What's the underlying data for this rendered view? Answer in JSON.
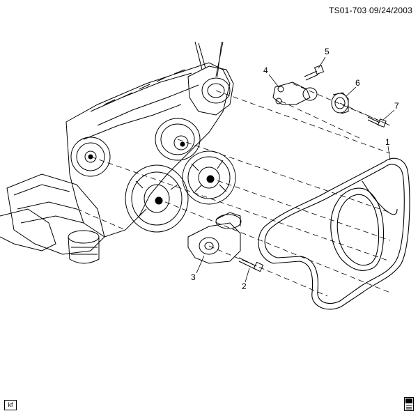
{
  "reference_code": "TS01-703",
  "reference_date": "09/24/2003",
  "author_initials": "kf",
  "callouts": [
    {
      "label": "1"
    },
    {
      "label": "2"
    },
    {
      "label": "3"
    },
    {
      "label": "4"
    },
    {
      "label": "5"
    },
    {
      "label": "6"
    },
    {
      "label": "7"
    }
  ],
  "icons": {
    "corner_logo": "manual-book-icon"
  }
}
